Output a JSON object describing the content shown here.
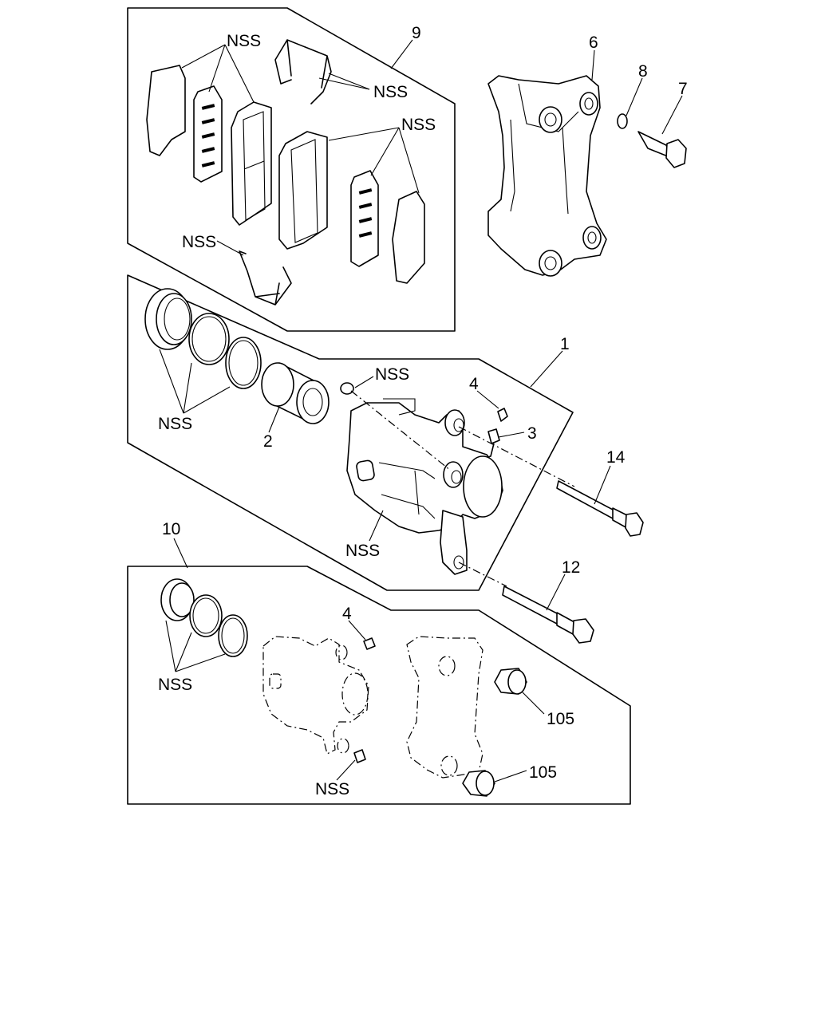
{
  "labels": {
    "nss": "NSS",
    "p1": "1",
    "p2": "2",
    "p3": "3",
    "p4": "4",
    "p6": "6",
    "p7": "7",
    "p8": "8",
    "p9": "9",
    "p10": "10",
    "p12": "12",
    "p14": "14",
    "p105": "105"
  }
}
